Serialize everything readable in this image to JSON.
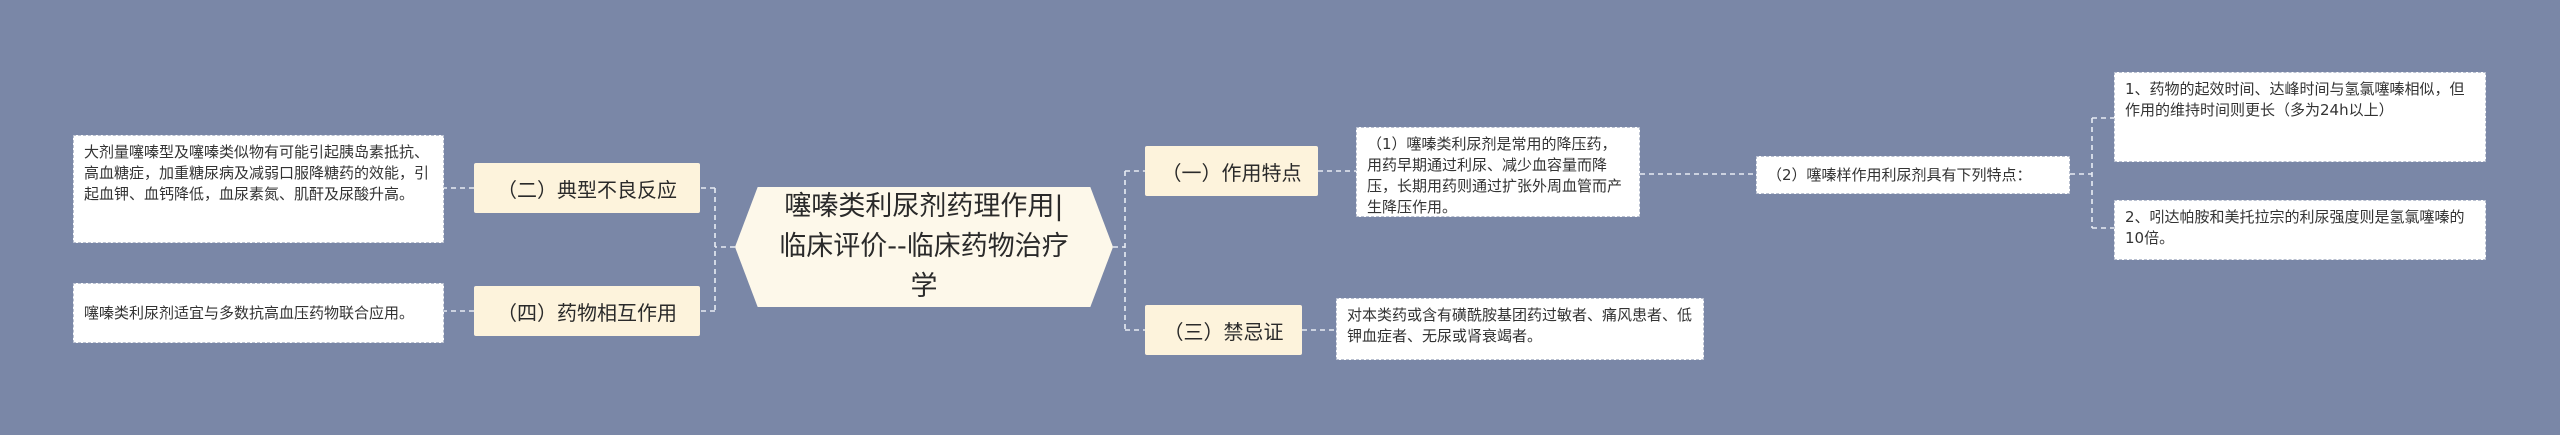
{
  "center": {
    "title": "噻嗪类利尿剂药理作用|临床评价--临床药物治疗学"
  },
  "left": [
    {
      "label": "（二）典型不良反应",
      "detail": "大剂量噻嗪型及噻嗪类似物有可能引起胰岛素抵抗、高血糖症，加重糖尿病及减弱口服降糖药的效能，引起血钾、血钙降低，血尿素氮、肌酐及尿酸升高。"
    },
    {
      "label": "（四）药物相互作用",
      "detail": "噻嗪类利尿剂适宜与多数抗高血压药物联合应用。"
    }
  ],
  "right": [
    {
      "label": "（一）作用特点",
      "detail": "（1）噻嗪类利尿剂是常用的降压药，用药早期通过利尿、减少血容量而降压，长期用药则通过扩张外周血管而产生降压作用。",
      "sub": {
        "label": "（2）噻嗪样作用利尿剂具有下列特点：",
        "items": [
          "1、药物的起效时间、达峰时间与氢氯噻嗪相似，但作用的维持时间则更长（多为24h以上）",
          "2、吲达帕胺和美托拉宗的利尿强度则是氢氯噻嗪的10倍。"
        ]
      }
    },
    {
      "label": "（三）禁忌证",
      "detail": "对本类药或含有磺酰胺基团药过敏者、痛风患者、低钾血症者、无尿或肾衰竭者。"
    }
  ],
  "colors": {
    "background": "#7a87a7",
    "node": "#fdf3dc",
    "center": "#fdf8ea",
    "leaf": "#ffffff",
    "connector": "#e8ecf4"
  }
}
